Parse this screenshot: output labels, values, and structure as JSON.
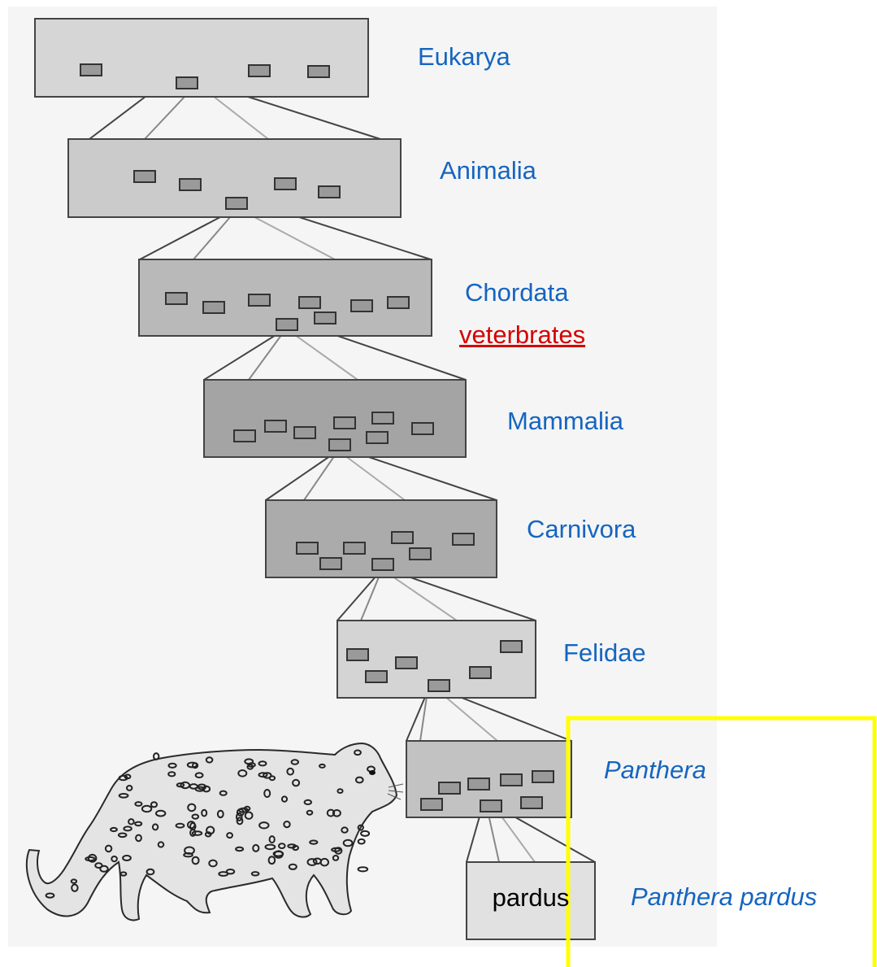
{
  "labels": {
    "eukarya": "Eukarya",
    "animalia": "Animalia",
    "chordata": "Chordata",
    "vertebrates": "veterbrates",
    "mammalia": "Mammalia",
    "carnivora": "Carnivora",
    "felidae": "Felidae",
    "panthera": "Panthera",
    "panthera_pardus": "Panthera pardus"
  },
  "species_box_text": "pardus",
  "colors": {
    "label_blue": "#1565c0",
    "label_red": "#d50000",
    "highlight_yellow": "#ffff00",
    "panel_bg": "#f5f5f5",
    "box_dark": "#a9a9a9",
    "box_light": "#d6d6d6"
  },
  "icons": [
    "leopard-illustration"
  ]
}
